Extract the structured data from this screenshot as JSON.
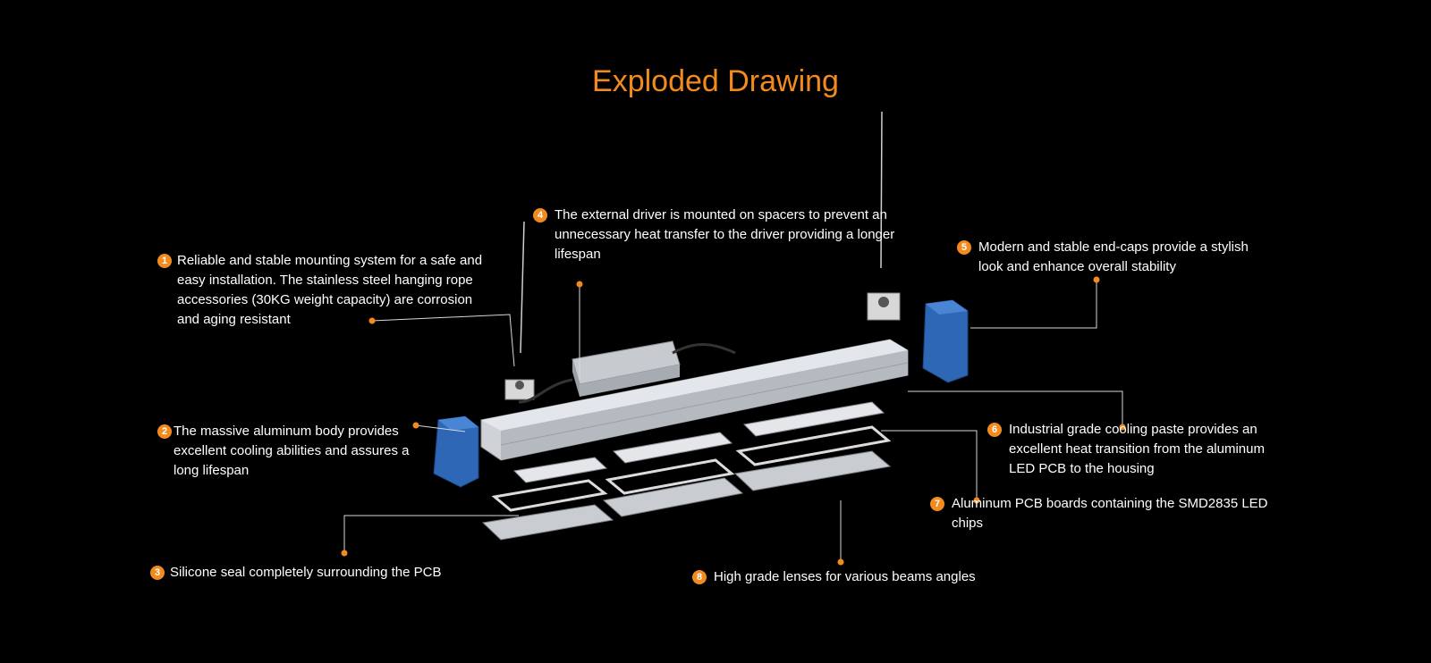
{
  "title": "Exploded Drawing",
  "accent_color": "#f28b1e",
  "body_color": "#c9ccd1",
  "endcap_color": "#2e67b5",
  "callouts": [
    {
      "num": "1",
      "text": "Reliable and stable mounting system for a safe and easy installation. The stainless steel hanging rope accessories (30KG weight capacity) are corrosion and aging resistant"
    },
    {
      "num": "2",
      "text": "The massive aluminum body provides excellent cooling abilities and assures a long lifespan"
    },
    {
      "num": "3",
      "text": "Silicone seal completely surrounding the PCB"
    },
    {
      "num": "4",
      "text": "The external driver is mounted on spacers to prevent an unnecessary heat transfer to the driver providing a longer lifespan"
    },
    {
      "num": "5",
      "text": "Modern and stable end-caps provide a stylish look and enhance overall stability"
    },
    {
      "num": "6",
      "text": "Industrial grade cooling paste provides an excellent heat transition from the aluminum LED PCB to the housing"
    },
    {
      "num": "7",
      "text": "Aluminum PCB boards containing the SMD2835 LED chips"
    },
    {
      "num": "8",
      "text": "High grade lenses for various beams angles"
    }
  ]
}
